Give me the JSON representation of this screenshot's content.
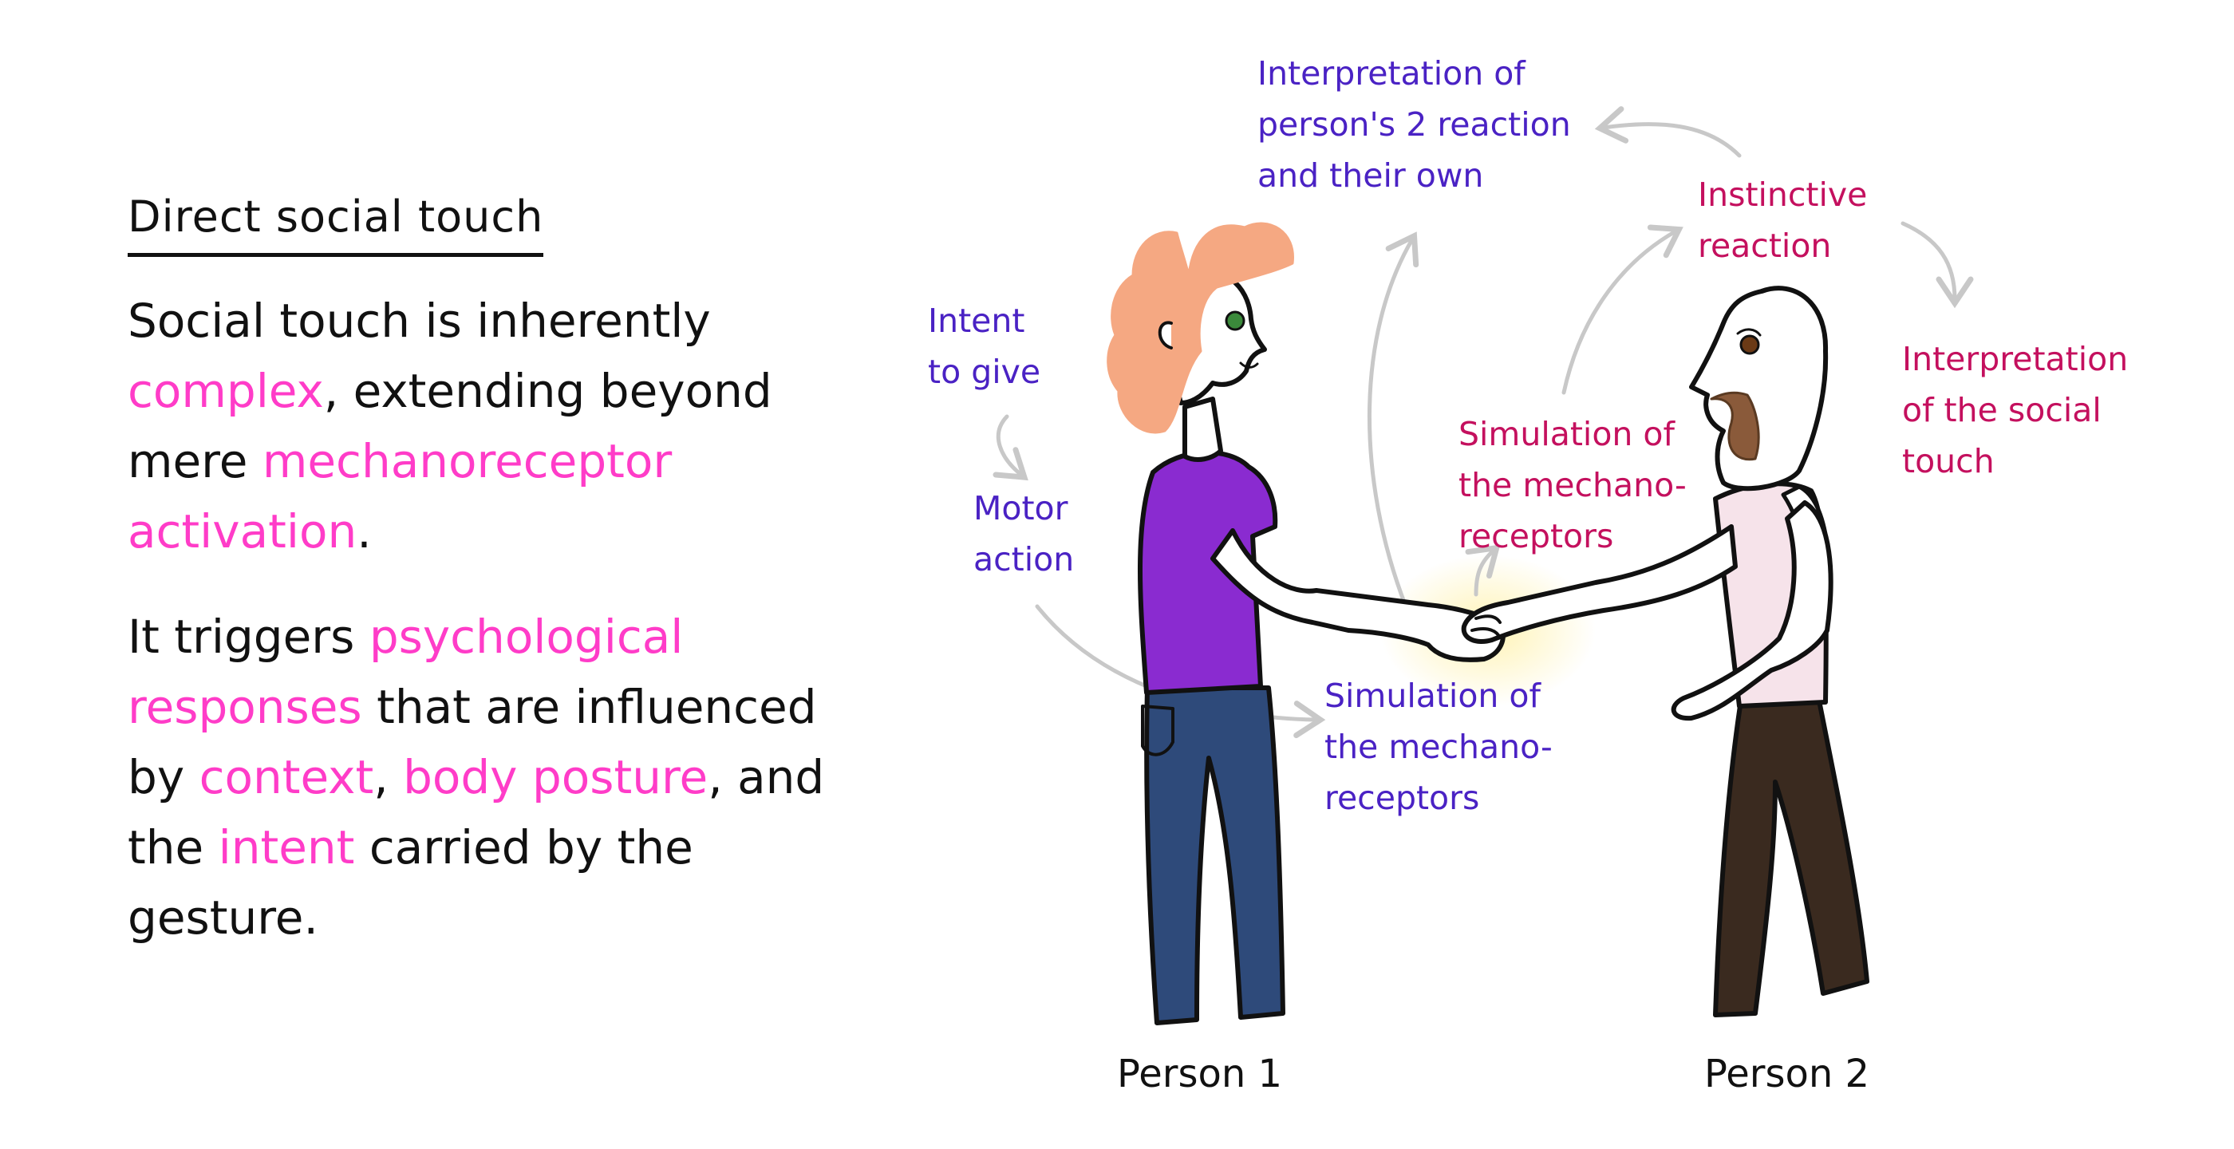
{
  "left": {
    "heading": "Direct social touch",
    "p1": [
      {
        "t": "Social touch is inherently ",
        "hl": false
      },
      {
        "t": "complex",
        "hl": true
      },
      {
        "t": ", extending beyond mere ",
        "hl": false
      },
      {
        "t": "mechanoreceptor activation",
        "hl": true
      },
      {
        "t": ".",
        "hl": false
      }
    ],
    "p2": [
      {
        "t": "It triggers ",
        "hl": false
      },
      {
        "t": "psychological responses",
        "hl": true
      },
      {
        "t": " that are influenced by ",
        "hl": false
      },
      {
        "t": "context",
        "hl": true
      },
      {
        "t": ", ",
        "hl": false
      },
      {
        "t": "body posture",
        "hl": true
      },
      {
        "t": ", and the ",
        "hl": false
      },
      {
        "t": "intent",
        "hl": true
      },
      {
        "t": " carried by the gesture.",
        "hl": false
      }
    ]
  },
  "labels": {
    "intent_1": "Intent",
    "intent_2": "to give",
    "motor_1": "Motor",
    "motor_2": "action",
    "interp_own_1": "Interpretation of",
    "interp_own_2": "person's 2 reaction",
    "interp_own_3": "and their own",
    "instinctive_1": "Instinctive",
    "instinctive_2": "reaction",
    "interp_social_1": "Interpretation",
    "interp_social_2": "of the social",
    "interp_social_3": "touch",
    "sim2_1": "Simulation of",
    "sim2_2": "the mechano-",
    "sim2_3": "receptors",
    "sim1_1": "Simulation of",
    "sim1_2": "the mechano-",
    "sim1_3": "receptors",
    "person1": "Person 1",
    "person2": "Person 2"
  },
  "colors": {
    "highlight": "#ff3cc8",
    "person1_label": "#4a22c4",
    "person2_label": "#c4105e",
    "hair": "#f5a882",
    "shirt1": "#8a2bd0",
    "jeans": "#2e4a7a",
    "shirt2": "#f6e3ea",
    "trousers": "#3a2a1f",
    "beard": "#8a5a3a",
    "arrow": "#c8c8c8"
  }
}
